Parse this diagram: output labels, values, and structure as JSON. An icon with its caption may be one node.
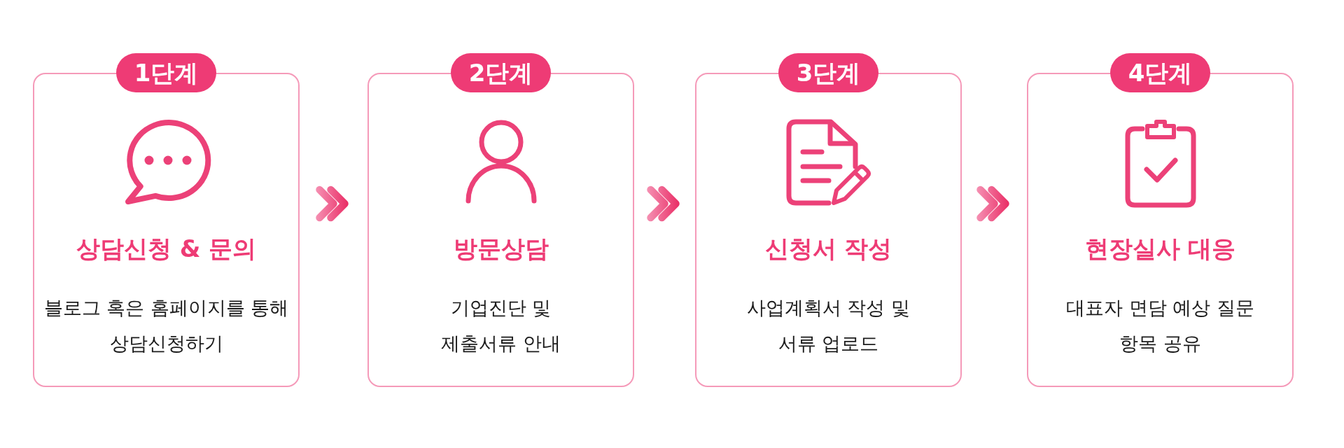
{
  "diagram": {
    "nodes": [
      {
        "text": [
          "1단계",
          "상담신청 & 문의",
          "블로그 혹은 홈페이지를 통해 상담신청하기"
        ]
      },
      {
        "text": [
          "2단계",
          "방문상담",
          "기업진단 및 제출서류 안내"
        ]
      },
      {
        "text": [
          "3단계",
          "신청서 작성",
          "사업계획서 작성 및 서류 업로드"
        ]
      },
      {
        "text": [
          "4단계",
          "현장실사 대응",
          "대표자 면담 예상 질문 항목 공유"
        ]
      }
    ],
    "edges": [
      {
        "from": 0,
        "to": 1,
        "arrow": "to"
      },
      {
        "from": 1,
        "to": 2,
        "arrow": "to"
      },
      {
        "from": 2,
        "to": 3,
        "arrow": "to"
      }
    ]
  }
}
